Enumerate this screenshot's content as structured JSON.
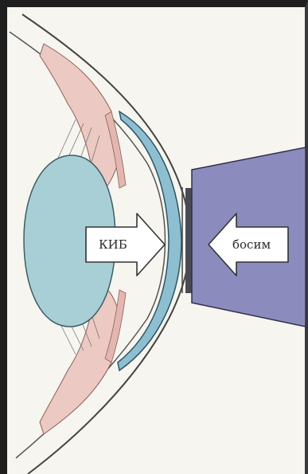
{
  "diagram": {
    "labels": {
      "iop_arrow": "КИБ",
      "pressure_arrow": "босим"
    },
    "colors": {
      "lens_fill": "#a8cfd6",
      "cornea_fill": "#8ebfd1",
      "iris_ciliary": "#ecc9c2",
      "tonometer_fill": "#8b8bbe",
      "tonometer_stroke": "#2f2f4a",
      "outline": "#333333"
    },
    "icons": {
      "left_arrow": "arrow-right-outline",
      "right_arrow": "arrow-left-outline"
    }
  }
}
